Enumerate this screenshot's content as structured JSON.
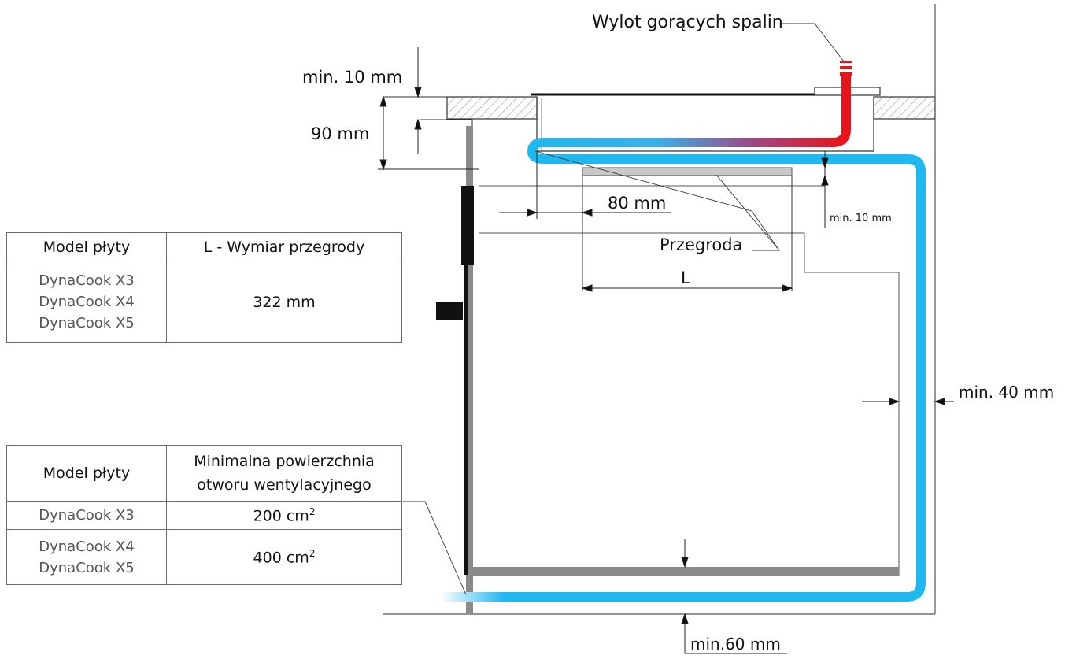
{
  "labels": {
    "exhaust_outlet": "Wylot gorących spalin",
    "min_10_top": "min. 10 mm",
    "h_90": "90 mm",
    "d_80": "80 mm",
    "min_10_right": "min. 10 mm",
    "partition": "Przegroda",
    "L": "L",
    "min_40": "min. 40 mm",
    "min_60": "min.60 mm"
  },
  "table1": {
    "col1_header": "Model płyty",
    "col2_header": "L - Wymiar przegrody",
    "models": [
      "DynaCook X3",
      "DynaCook X4",
      "DynaCook X5"
    ],
    "value": "322 mm"
  },
  "table2": {
    "col1_header": "Model płyty",
    "col2_header_line1": "Minimalna powierzchnia",
    "col2_header_line2": "otworu wentylacyjnego",
    "rows": [
      {
        "models": [
          "DynaCook X3"
        ],
        "value": "200 cm",
        "sup": "2"
      },
      {
        "models": [
          "DynaCook X4",
          "DynaCook X5"
        ],
        "value": "400 cm",
        "sup": "2"
      }
    ]
  },
  "colors": {
    "airflow_cold": "#20b8f0",
    "airflow_hot": "#e8141c",
    "panel_grey": "#8a8a8a",
    "line": "#333333"
  }
}
